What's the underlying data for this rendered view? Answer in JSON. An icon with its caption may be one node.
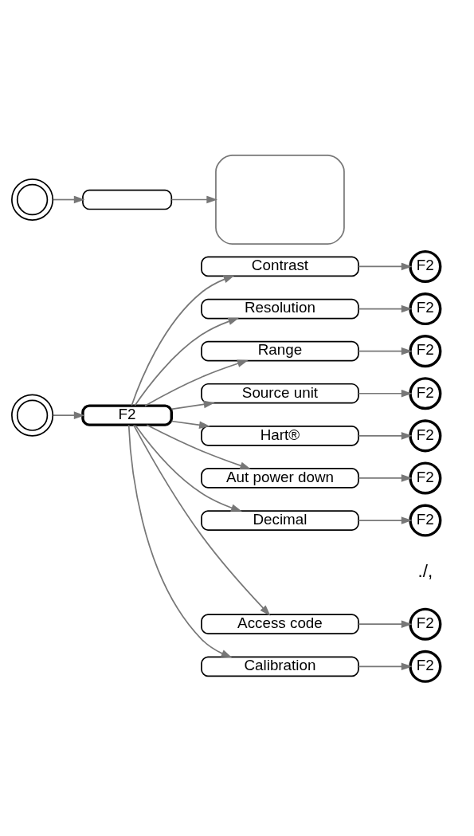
{
  "diagram": {
    "nodes": [
      {
        "text": [],
        "shape": "circle"
      },
      {
        "text": [],
        "shape": "box"
      },
      {
        "text": [],
        "shape": "box"
      },
      {
        "text": [],
        "shape": "circle"
      },
      {
        "text": [
          "F2"
        ]
      },
      {
        "text": [
          "Contrast"
        ]
      },
      {
        "text": [
          "Resolution"
        ]
      },
      {
        "text": [
          "Range"
        ]
      },
      {
        "text": [
          "Source unit"
        ]
      },
      {
        "text": [
          "Hart®"
        ]
      },
      {
        "text": [
          "Aut power down"
        ]
      },
      {
        "text": [
          "Decimal"
        ]
      },
      {
        "text": [
          "Access code"
        ]
      },
      {
        "text": [
          "Calibration"
        ]
      },
      {
        "text": [
          "F2"
        ]
      },
      {
        "text": [
          "F2"
        ]
      },
      {
        "text": [
          "F2"
        ]
      },
      {
        "text": [
          "F2"
        ]
      },
      {
        "text": [
          "F2"
        ]
      },
      {
        "text": [
          "F2"
        ]
      },
      {
        "text": [
          "F2"
        ]
      },
      {
        "text": [
          "F2"
        ]
      },
      {
        "text": [
          "F2"
        ]
      }
    ],
    "edges": [
      {
        "from": 0,
        "to": 1,
        "arrow": "to"
      },
      {
        "from": 1,
        "to": 2,
        "arrow": "to"
      },
      {
        "from": 3,
        "to": 4,
        "arrow": "to"
      },
      {
        "from": 4,
        "to": 5,
        "arrow": "to"
      },
      {
        "from": 4,
        "to": 6,
        "arrow": "to"
      },
      {
        "from": 4,
        "to": 7,
        "arrow": "to"
      },
      {
        "from": 4,
        "to": 8,
        "arrow": "to"
      },
      {
        "from": 4,
        "to": 9,
        "arrow": "to"
      },
      {
        "from": 4,
        "to": 10,
        "arrow": "to"
      },
      {
        "from": 4,
        "to": 11,
        "arrow": "to"
      },
      {
        "from": 4,
        "to": 12,
        "arrow": "to"
      },
      {
        "from": 4,
        "to": 13,
        "arrow": "to"
      },
      {
        "from": 5,
        "to": 14,
        "arrow": "to"
      },
      {
        "from": 6,
        "to": 15,
        "arrow": "to"
      },
      {
        "from": 7,
        "to": 16,
        "arrow": "to"
      },
      {
        "from": 8,
        "to": 17,
        "arrow": "to"
      },
      {
        "from": 9,
        "to": 18,
        "arrow": "to"
      },
      {
        "from": 10,
        "to": 19,
        "arrow": "to"
      },
      {
        "from": 11,
        "to": 20,
        "arrow": "to"
      },
      {
        "from": 12,
        "to": 21,
        "arrow": "to"
      },
      {
        "from": 13,
        "to": 22,
        "arrow": "to"
      }
    ],
    "labels": [
      "./,"
    ]
  }
}
